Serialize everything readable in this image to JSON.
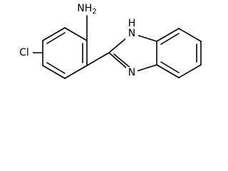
{
  "structure": {
    "amine_group": {
      "element": "N",
      "hydrogen": "H",
      "subscript": "2"
    },
    "imidazole_nh": {
      "hydrogen": "H",
      "element": "N"
    },
    "imidazole_n": {
      "element": "N"
    },
    "chloro": {
      "label": "Cl"
    }
  }
}
